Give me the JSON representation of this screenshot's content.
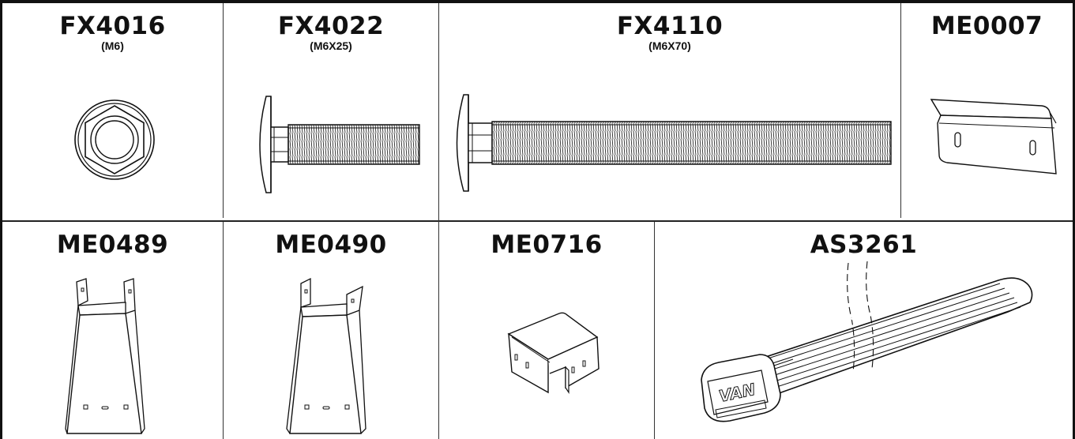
{
  "parts": [
    {
      "code": "FX4016",
      "size": "(M6)",
      "icon": "flange-nut-icon"
    },
    {
      "code": "FX4022",
      "size": "(M6X25)",
      "icon": "carriage-bolt-short-icon"
    },
    {
      "code": "FX4110",
      "size": "(M6X70)",
      "icon": "carriage-bolt-long-icon"
    },
    {
      "code": "ME0007",
      "icon": "bent-plate-icon"
    },
    {
      "code": "ME0489",
      "icon": "bracket-left-icon"
    },
    {
      "code": "ME0490",
      "icon": "bracket-right-icon"
    },
    {
      "code": "ME0716",
      "icon": "u-bracket-icon"
    },
    {
      "code": "AS3261",
      "icon": "roof-bar-icon",
      "logo_text": "VAN"
    }
  ],
  "colors": {
    "line": "#111111",
    "fill": "#ffffff"
  }
}
